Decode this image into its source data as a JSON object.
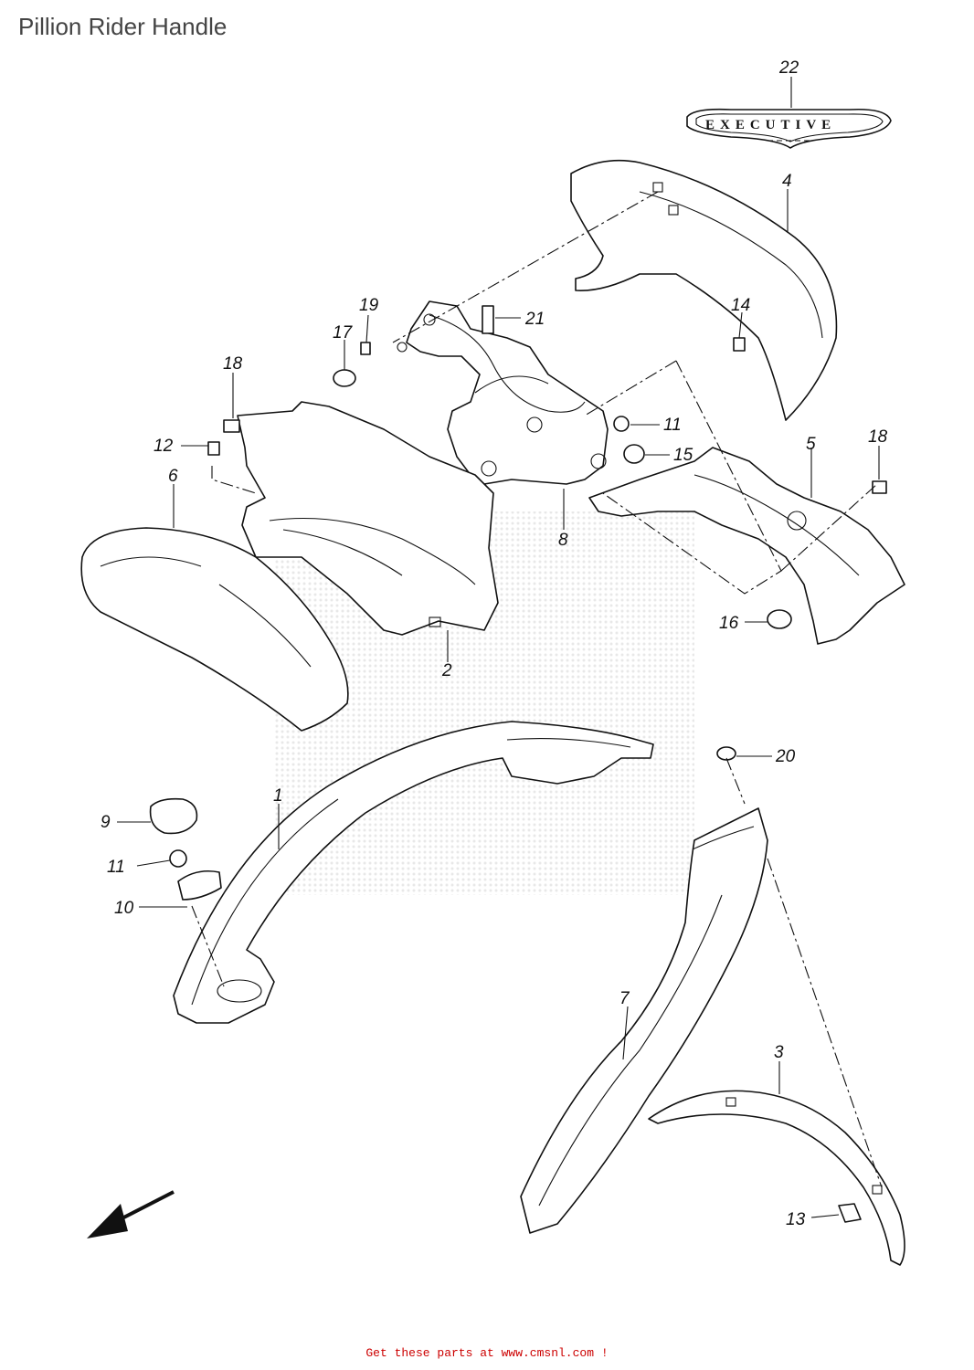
{
  "page": {
    "title": "Pillion Rider Handle"
  },
  "badge": {
    "text": "EXECUTIVE"
  },
  "callouts": [
    "22",
    "4",
    "14",
    "19",
    "21",
    "17",
    "18",
    "12",
    "11",
    "15",
    "5",
    "18",
    "6",
    "8",
    "16",
    "2",
    "20",
    "1",
    "9",
    "11",
    "10",
    "7",
    "3",
    "13"
  ],
  "footer": {
    "link_text": "Get these parts at www.cmsnl.com !"
  },
  "colors": {
    "link": "#cc0000",
    "line": "#111111",
    "title": "#444444"
  },
  "icons": {
    "direction_arrow": "arrow-front-indicator-icon"
  }
}
